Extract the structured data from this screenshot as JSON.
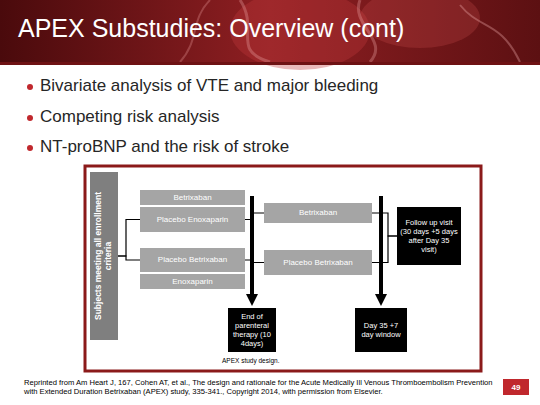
{
  "diagram": {
    "title": "APEX Substudies: Overview (cont)",
    "caption": "APEX study design.",
    "nodes": [
      {
        "text": [
          "Subjects meeting all enrollment criteria"
        ]
      },
      {
        "text": [
          "Betrixaban"
        ]
      },
      {
        "text": [
          "Placebo Enoxaparin"
        ]
      },
      {
        "text": [
          "Placebo Betrixaban"
        ]
      },
      {
        "text": [
          "Enoxaparin"
        ]
      },
      {
        "text": [
          "Betrixaban"
        ]
      },
      {
        "text": [
          "Placebo Betrixaban"
        ]
      },
      {
        "text": [
          "Follow up visit (30 days +5 days after Day 35 visit)"
        ]
      },
      {
        "text": [
          "End of parenteral therapy (10 4days)"
        ]
      },
      {
        "text": [
          "Day 35 +7 day window"
        ]
      },
      {
        "text": [
          "49"
        ]
      }
    ],
    "edges": [
      {
        "from": 0,
        "to": 2,
        "arrow": "none"
      },
      {
        "from": 0,
        "to": 3,
        "arrow": "none"
      },
      {
        "from": 2,
        "to": 5,
        "arrow": "none"
      },
      {
        "from": 3,
        "to": 6,
        "arrow": "none"
      },
      {
        "from": 5,
        "to": 7,
        "arrow": "none"
      },
      {
        "from": 6,
        "to": 7,
        "arrow": "none"
      }
    ],
    "labels": [
      "Bivariate analysis of VTE and major bleeding",
      "Competing risk analysis",
      "NT-proBNP and the risk of stroke",
      "Reprinted from Am Heart J, 167, Cohen AT, et al., The design and rationale for the Acute Medically Ill Venous Thromboembolism Prevention with Extended Duration Betrixaban (APEX) study, 335-341., Copyright 2014, with permission from Elsevier."
    ]
  }
}
